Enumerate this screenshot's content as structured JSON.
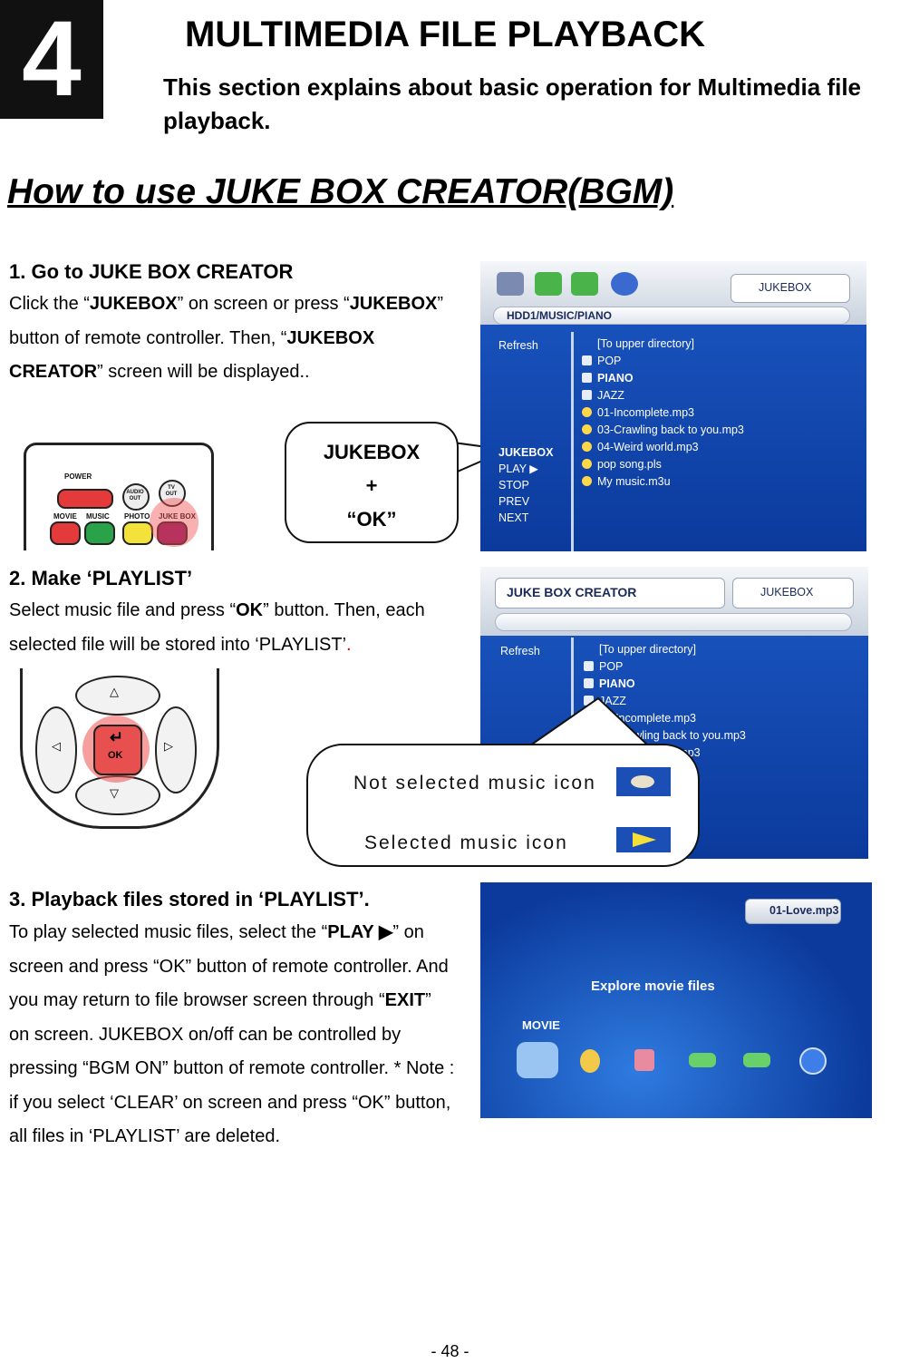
{
  "header": {
    "chapter_number": "4",
    "title": "MULTIMEDIA FILE PLAYBACK",
    "subtitle": "This section explains about basic operation for Multimedia file playback."
  },
  "section_title": "How to use JUKE BOX CREATOR(BGM)",
  "step1": {
    "heading": "1. Go to JUKE BOX CREATOR",
    "t1": "Click the “",
    "b1": "JUKEBOX",
    "t2": "” on screen or press “",
    "b2": "JUKEBOX",
    "t3": "” button of remote controller. Then, “",
    "b3": "JUKEBOX CREATOR",
    "t4": "” screen will be displayed.."
  },
  "callout1": {
    "line1": "JUKEBOX",
    "line2": "+",
    "line3": "“OK”"
  },
  "remote1": {
    "power": "POWER",
    "audio_out": "AUDIO OUT",
    "tv_out": "TV OUT",
    "movie": "MOVIE",
    "music": "MUSIC",
    "photo": "PHOTO",
    "jukebox": "JUKE BOX"
  },
  "screen1": {
    "path": "HDD1/MUSIC/PIANO",
    "jukebox_button": "JUKEBOX",
    "menu": [
      "Refresh",
      "JUKEBOX",
      "PLAY ▶",
      "STOP",
      "PREV",
      "NEXT"
    ],
    "files": [
      "[To upper directory]",
      "POP",
      "PIANO",
      "JAZZ",
      "01-Incomplete.mp3",
      "03-Crawling back to you.mp3",
      "04-Weird world.mp3",
      "pop song.pls",
      "My music.m3u"
    ]
  },
  "step2": {
    "heading": "2. Make ‘PLAYLIST’",
    "t1": "Select music file and press “",
    "b1": "OK",
    "t2": "” button. Then, each selected file will be stored into ‘PLAYLIST’",
    "dot": "."
  },
  "remote2": {
    "ok": "OK"
  },
  "screen2": {
    "title": "JUKE BOX CREATOR",
    "jukebox_button": "JUKEBOX",
    "menu": [
      "Refresh"
    ],
    "files": [
      "[To upper directory]",
      "POP",
      "PIANO",
      "JAZZ",
      "01-Incomplete.mp3",
      "03-Crawling back to you.mp3",
      "04-Weird world.mp3"
    ]
  },
  "legend": {
    "not_selected": "Not selected music icon",
    "selected": "Selected music icon"
  },
  "step3": {
    "heading": "3. Playback files stored in ‘PLAYLIST’.",
    "t1": "To play selected music files, select the “",
    "b1": "PLAY ▶",
    "t2": "” on screen and press “OK” button of remote controller. And you may return to file browser screen through “",
    "b2": "EXIT",
    "t3": "” on screen. JUKEBOX on/off can be controlled by pressing “BGM ON” button of remote controller. * Note : if you select ‘CLEAR’ on screen and press “OK” button, all files in ‘PLAYLIST’ are deleted."
  },
  "screen3": {
    "now_playing": "01-Love.mp3",
    "caption": "Explore movie files",
    "category": "MOVIE"
  },
  "footer": {
    "page": "- 48 -"
  }
}
